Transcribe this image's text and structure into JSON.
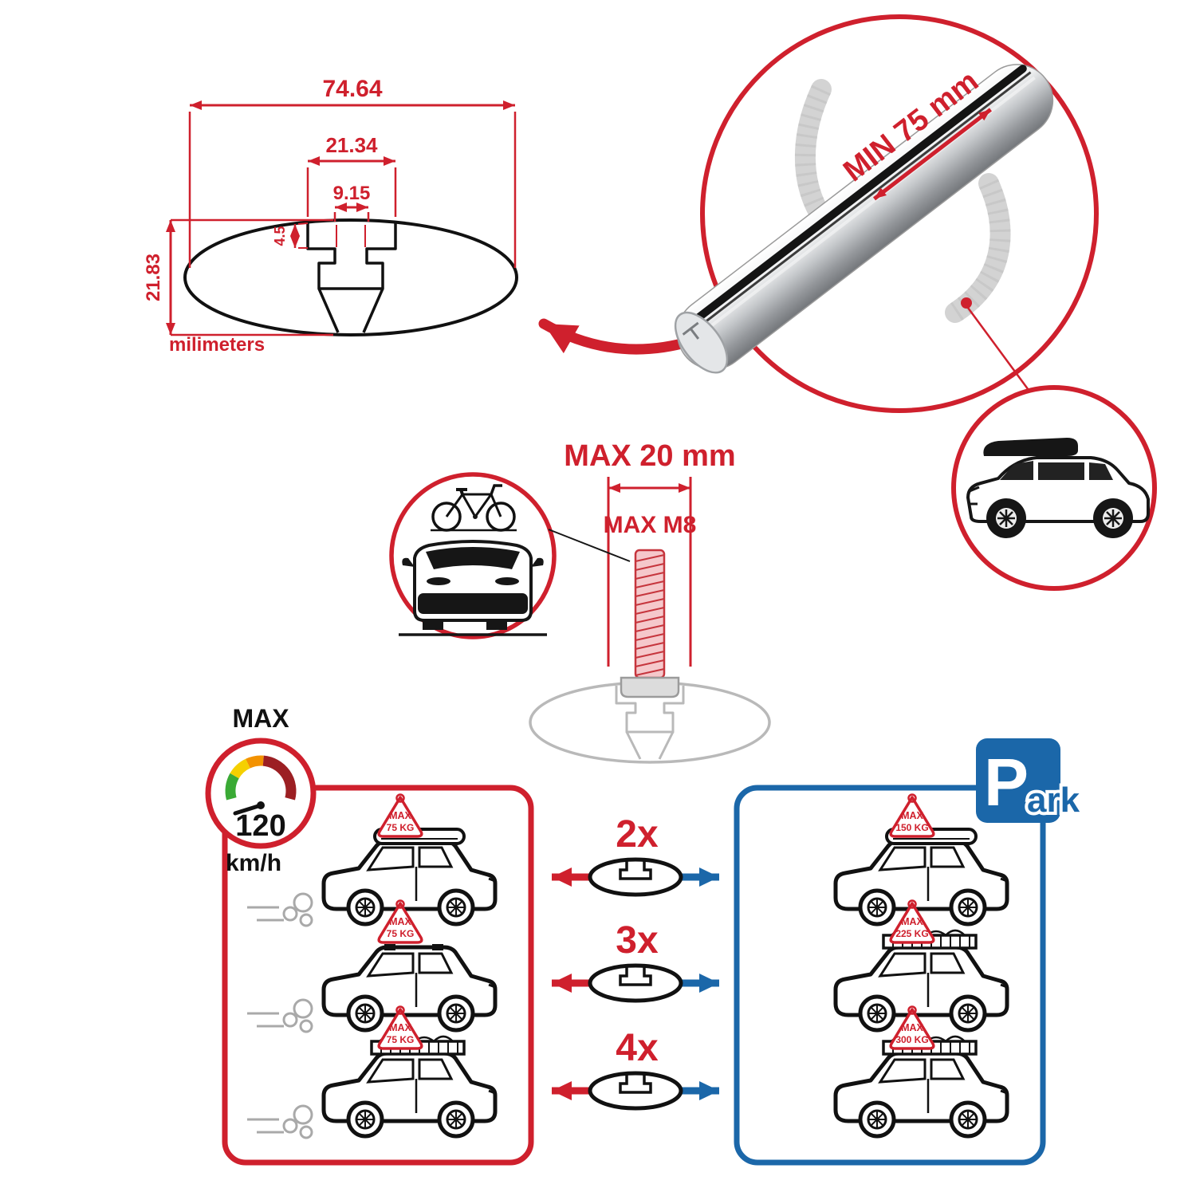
{
  "colors": {
    "red": "#cf202d",
    "blue": "#1b67a9",
    "dark": "#161616",
    "gray": "#b9b9b9",
    "silver": "#c7c9cb",
    "gauge_green": "#3aaa35",
    "gauge_yellow": "#f5d000",
    "gauge_orange": "#f39200",
    "gauge_red": "#9c1f23",
    "bolt_pink": "#f5c8cb"
  },
  "profile_diagram": {
    "total_width": "74.64",
    "channel_width": "21.34",
    "slot_width": "9.15",
    "slot_depth": "4.5",
    "total_height": "21.83",
    "units_label": "milimeters"
  },
  "bar_detail": {
    "min_span_label": "MIN 75 mm"
  },
  "bolt_spec": {
    "max_length_label": "MAX 20 mm",
    "max_thread_label": "MAX M8"
  },
  "speed_limit": {
    "heading": "MAX",
    "value": "120",
    "units": "km/h"
  },
  "parking_sign": {
    "letter": "P",
    "suffix": "ark"
  },
  "load_chart": {
    "rows": [
      {
        "count": "2x",
        "left_sign": {
          "line1": "MAX",
          "line2": "75 KG"
        },
        "right_sign": {
          "line1": "MAX",
          "line2": "150 KG"
        }
      },
      {
        "count": "3x",
        "left_sign": {
          "line1": "MAX",
          "line2": "75 KG"
        },
        "right_sign": {
          "line1": "MAX",
          "line2": "225 KG"
        }
      },
      {
        "count": "4x",
        "left_sign": {
          "line1": "MAX",
          "line2": "75 KG"
        },
        "right_sign": {
          "line1": "MAX",
          "line2": "300 KG"
        }
      }
    ]
  }
}
